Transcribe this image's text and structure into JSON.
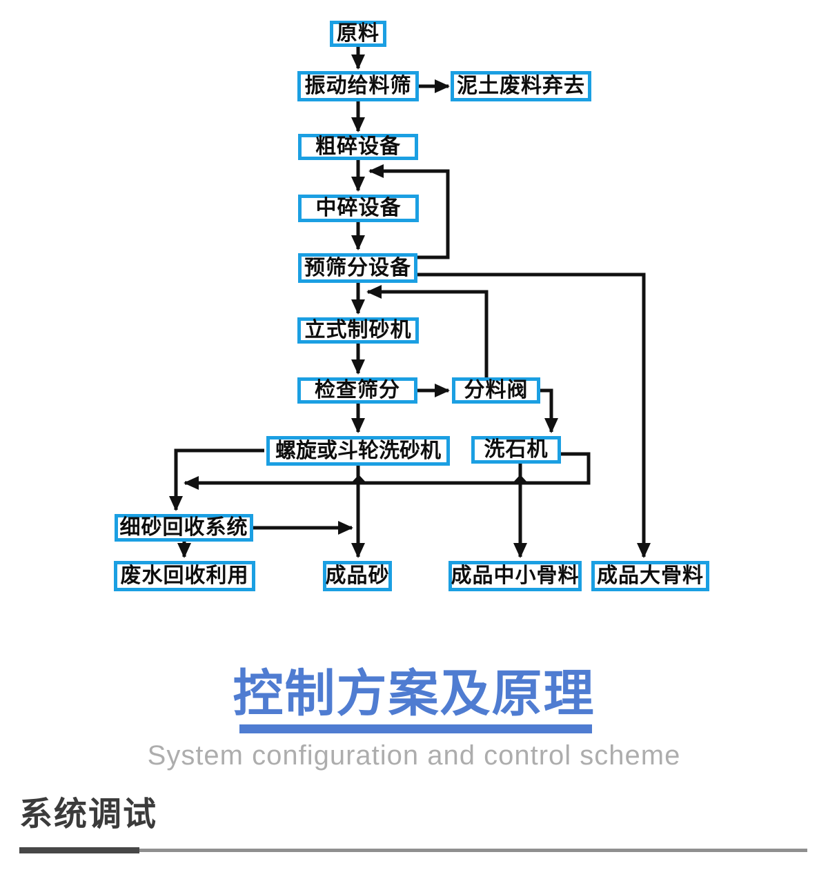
{
  "flowchart": {
    "nodes": {
      "raw_material": "原料",
      "vibrating_feeder": "振动给料筛",
      "soil_waste": "泥土废料弃去",
      "coarse_crusher": "粗碎设备",
      "medium_crusher": "中碎设备",
      "pre_screening": "预筛分设备",
      "vertical_sand_maker": "立式制砂机",
      "inspection_screening": "检查筛分",
      "distribution_valve": "分料阀",
      "sand_washer": "螺旋或斗轮洗砂机",
      "stone_washer": "洗石机",
      "fine_sand_recovery": "细砂回收系统",
      "wastewater_recycling": "废水回收利用",
      "finished_sand": "成品砂",
      "finished_medium_small_aggregate": "成品中小骨料",
      "finished_large_aggregate": "成品大骨料"
    },
    "edges": [
      {
        "from": "raw_material",
        "to": "vibrating_feeder"
      },
      {
        "from": "vibrating_feeder",
        "to": "soil_waste"
      },
      {
        "from": "vibrating_feeder",
        "to": "coarse_crusher"
      },
      {
        "from": "coarse_crusher",
        "to": "medium_crusher"
      },
      {
        "from": "medium_crusher",
        "to": "pre_screening"
      },
      {
        "from": "pre_screening",
        "to": "medium_crusher",
        "note": "recirculation loop"
      },
      {
        "from": "pre_screening",
        "to": "vertical_sand_maker"
      },
      {
        "from": "pre_screening",
        "to": "finished_large_aggregate"
      },
      {
        "from": "vertical_sand_maker",
        "to": "inspection_screening"
      },
      {
        "from": "inspection_screening",
        "to": "distribution_valve"
      },
      {
        "from": "inspection_screening",
        "to": "sand_washer"
      },
      {
        "from": "distribution_valve",
        "to": "vertical_sand_maker",
        "note": "recirculation loop"
      },
      {
        "from": "distribution_valve",
        "to": "stone_washer"
      },
      {
        "from": "sand_washer",
        "to": "fine_sand_recovery"
      },
      {
        "from": "stone_washer",
        "to": "fine_sand_recovery",
        "note": "return line"
      },
      {
        "from": "sand_washer",
        "to": "finished_sand"
      },
      {
        "from": "stone_washer",
        "to": "finished_medium_small_aggregate"
      },
      {
        "from": "fine_sand_recovery",
        "to": "wastewater_recycling"
      },
      {
        "from": "fine_sand_recovery",
        "to": "finished_sand",
        "note": "merge"
      }
    ]
  },
  "section": {
    "title": "控制方案及原理",
    "subtitle": "System configuration and control scheme"
  },
  "footer": {
    "heading": "系统调试"
  },
  "colors": {
    "node_border": "#1b9fe2",
    "node_text": "#0d0d0d",
    "connector": "#111111",
    "title_blue": "#4f7cd1",
    "subtitle_gray": "#adadad",
    "footer_text": "#3b3b3b",
    "rule_dark": "#474747",
    "rule_light": "#8f8f8f"
  }
}
